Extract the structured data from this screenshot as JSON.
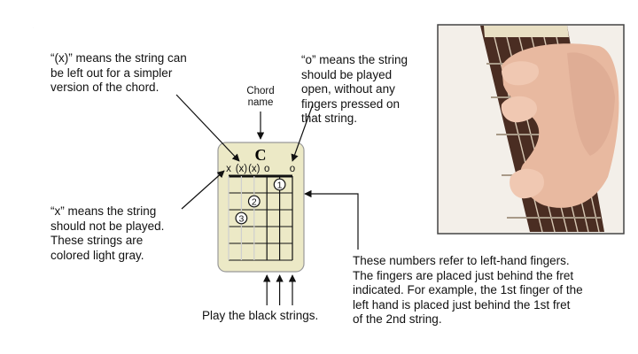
{
  "callouts": {
    "optional_string": "“(x)” means the string can\nbe left out for a simpler\nversion of the chord.",
    "open_string": "“o” means the string\nshould be played\nopen, without any\nfingers pressed on\nthat string.",
    "chord_name_label": "Chord\nname",
    "muted_string": "“x” means the string\nshould not be played.\nThese strings are\ncolored light gray.",
    "finger_numbers": "These numbers refer to left-hand fingers.\nThe fingers are placed just behind the fret\nindicated. For example, the 1st finger of the\nleft hand is placed just behind the 1st fret\nof the 2nd string.",
    "play_black": "Play the black strings."
  },
  "chord": {
    "name": "C",
    "string_marks": [
      "x",
      "(x)",
      "(x)",
      "o",
      "",
      "o"
    ],
    "fingers": [
      {
        "number": "1",
        "string": 5,
        "fret": 1
      },
      {
        "number": "2",
        "string": 3,
        "fret": 2
      },
      {
        "number": "3",
        "string": 2,
        "fret": 3
      }
    ]
  },
  "colors": {
    "card_fill": "#ece9c6",
    "card_border": "#999999",
    "muted_string": "#cfcfcf",
    "played_string": "#111111"
  }
}
